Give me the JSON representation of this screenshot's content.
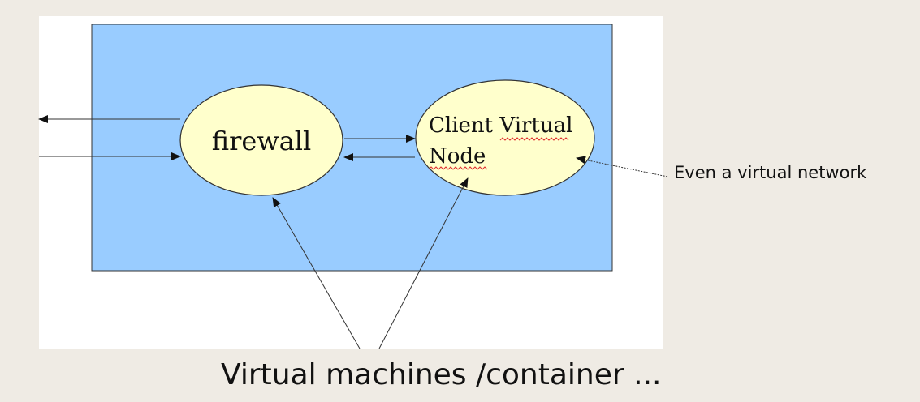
{
  "diagram": {
    "nodes": {
      "firewall": {
        "label": "firewall"
      },
      "client": {
        "line1": "Client Virtual",
        "line2": "Node"
      }
    },
    "annotations": {
      "virtual_network": "Even a virtual network",
      "bottom_caption": "Virtual machines /container ..."
    },
    "colors": {
      "background": "#efebe4",
      "box_fill": "#99ccff",
      "node_fill": "#ffffcc",
      "spellcheck_underline": "#e03030"
    }
  }
}
